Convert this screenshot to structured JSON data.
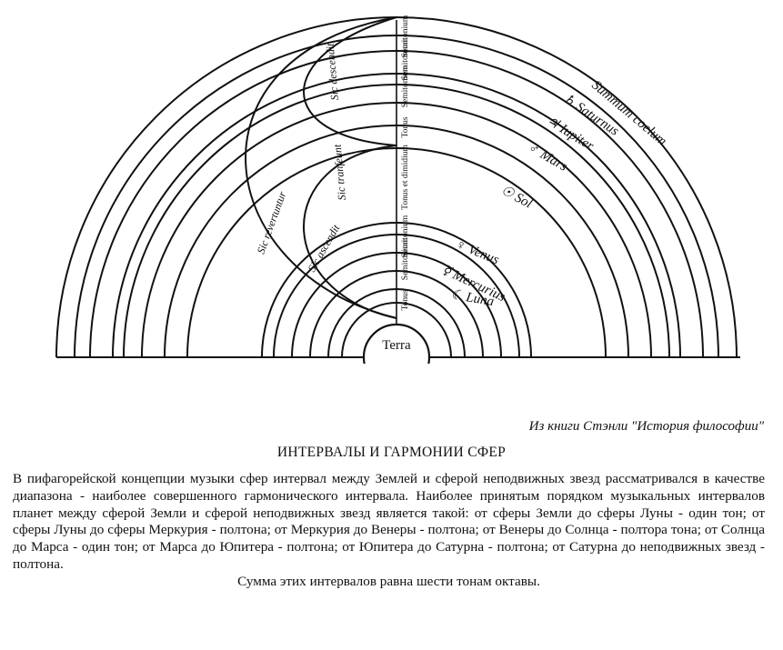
{
  "diagram": {
    "center_label": "Terra",
    "planets": [
      {
        "symbol": "☾",
        "name": "Luna"
      },
      {
        "symbol": "☿",
        "name": "Mercurius"
      },
      {
        "symbol": "♀",
        "name": "Venus"
      },
      {
        "symbol": "☉",
        "name": "Sol"
      },
      {
        "symbol": "♂",
        "name": "Mars"
      },
      {
        "symbol": "♃",
        "name": "Iupiter"
      },
      {
        "symbol": "♄",
        "name": "Saturnus"
      },
      {
        "symbol": "",
        "name": "Summum coelum"
      }
    ],
    "intervals": [
      "Tonus",
      "Semitonium",
      "Semitonium",
      "Tonus et dimidium",
      "Tonus",
      "Semitonium",
      "Semitonium",
      "Semitonium"
    ],
    "curve_labels": [
      "Sic ascendit",
      "Sic descendit",
      "Sic tranfeunt",
      "Sic revertuntur"
    ]
  },
  "credit": "Из книги Стэнли \"История философии\"",
  "heading": "ИНТЕРВАЛЫ И ГАРМОНИИ СФЕР",
  "body": {
    "paragraph": "В пифагорейской концепции музыки сфер интервал между Землей и сферой неподвижных звезд рассматривался в качестве диапазона - наиболее совершенного гармонического интервала. Наиболее принятым порядком музыкальных интервалов планет между сферой Земли и сферой неподвижных звезд является такой: от сферы Земли до сферы Луны - один тон; от сферы Луны до сферы Меркурия - полтона; от Меркурия до Венеры - полтона; от Венеры до Солнца - полтора тона; от Солнца до Марса - один тон; от Марса до Юпитера - полтона; от Юпитера до Сатурна - полтона; от Сатурна до неподвижных звезд - полтона.",
    "last_line": "Сумма этих интервалов равна шести тонам октавы."
  }
}
